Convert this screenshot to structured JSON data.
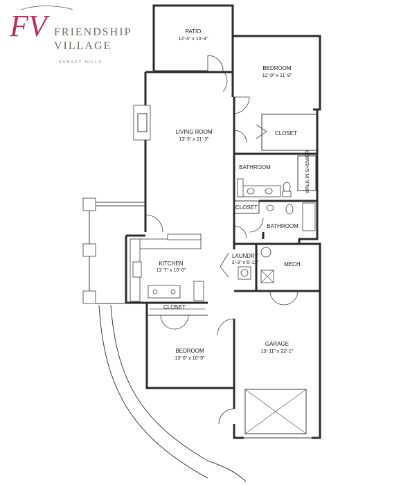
{
  "brand": {
    "monogram": "FV",
    "line1": "FRIENDSHIP",
    "line2": "VILLAGE",
    "subtitle": "SUNSET HILLS"
  },
  "rooms": {
    "patio": {
      "name": "PATIO",
      "dims": "12'-3\" x 10'-4\""
    },
    "bedroom1": {
      "name": "BEDROOM",
      "dims": "12'-9\" x 11'-9\""
    },
    "closet1": {
      "name": "CLOSET"
    },
    "living": {
      "name": "LIVING ROOM",
      "dims": "13'-3\" x 21'-3\""
    },
    "bathroom1": {
      "name": "BATHROOM"
    },
    "walkin": {
      "name": "WALK-IN SHOWER"
    },
    "closet2": {
      "name": "CLOSET"
    },
    "bathroom2": {
      "name": "BATHROOM"
    },
    "kitchen": {
      "name": "KITCHEN",
      "dims": "11'-7\" x 10'-0\""
    },
    "laundry": {
      "name": "LAUNDRY",
      "dims": "3'-3\" x 6'-11\""
    },
    "mech": {
      "name": "MECH."
    },
    "closet3": {
      "name": "CLOSET"
    },
    "bedroom2": {
      "name": "BEDROOM",
      "dims": "13'-0\" x 10'-9\""
    },
    "garage": {
      "name": "GARAGE",
      "dims": "13'-11\" x 22'-1\""
    }
  }
}
